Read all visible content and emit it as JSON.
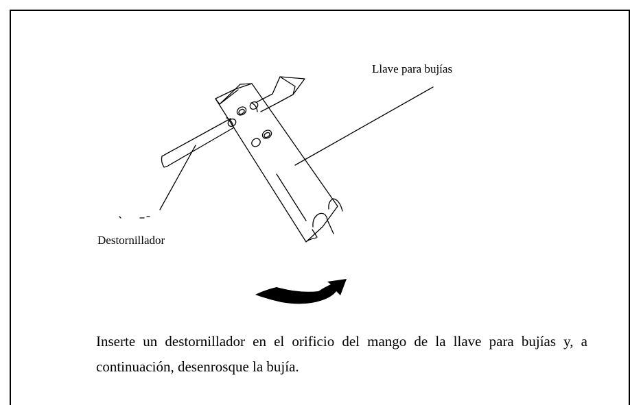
{
  "figure": {
    "labels": {
      "spark_plug_wrench": "Llave para bujías",
      "screwdriver": "Destornillador"
    },
    "icons": {
      "wrench": "spark-plug-wrench",
      "screwdriver": "screwdriver",
      "rotation": "curved-arrow-right"
    }
  },
  "instruction": {
    "text": "Inserte un destornillador en el orificio del mango de la llave para bujías y, a continuación, desenrosque la bujía."
  }
}
